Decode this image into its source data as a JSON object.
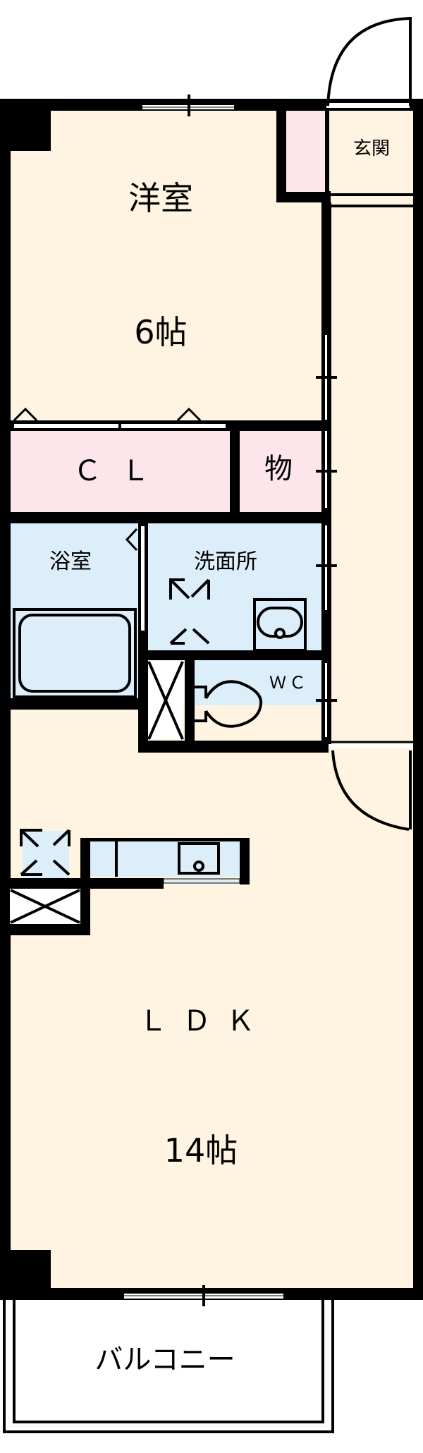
{
  "floor_plan": {
    "colors": {
      "wall": "#000000",
      "living_floor": "#fff4e1",
      "storage_floor": "#fde5ec",
      "wet_area_floor": "#ddeefb",
      "exterior": "#ffffff"
    },
    "rooms": {
      "western_room": {
        "name": "洋室",
        "size": "6帖"
      },
      "entrance": {
        "name": "玄関"
      },
      "closet": {
        "name": "ＣＬ"
      },
      "storage": {
        "name": "物"
      },
      "bathroom": {
        "name": "浴室"
      },
      "washroom": {
        "name": "洗面所"
      },
      "toilet": {
        "name": "ＷＣ"
      },
      "ldk": {
        "name": "ＬＤＫ",
        "size": "14帖"
      },
      "balcony": {
        "name": "バルコニー"
      }
    },
    "fixtures": [
      "bathtub",
      "washing-machine-pan",
      "wash-basin",
      "toilet-bowl",
      "refrigerator-space",
      "kitchen-counter-sink",
      "pipe-shaft-washroom",
      "pipe-shaft-kitchen"
    ]
  }
}
